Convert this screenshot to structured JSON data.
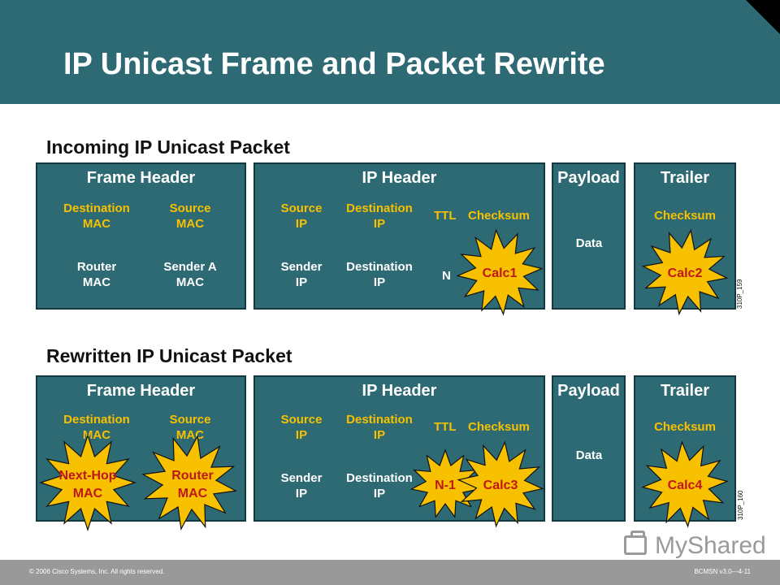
{
  "title": "IP Unicast Frame and Packet Rewrite",
  "incoming": {
    "label": "Incoming IP Unicast Packet",
    "frame_header": {
      "title": "Frame Header",
      "dest_mac": "Destination\nMAC",
      "src_mac": "Source\nMAC",
      "router_mac": "Router\nMAC",
      "sender_a_mac": "Sender A\nMAC"
    },
    "ip_header": {
      "title": "IP Header",
      "source_ip": "Source\nIP",
      "dest_ip": "Destination\nIP",
      "ttl": "TTL",
      "checksum": "Checksum",
      "sender_ip": "Sender\nIP",
      "dest_ip_value": "Destination\nIP",
      "ttl_value": "N"
    },
    "payload": {
      "title": "Payload",
      "data": "Data"
    },
    "trailer": {
      "title": "Trailer",
      "checksum": "Checksum"
    },
    "stamp": "310P_159",
    "stars": {
      "calc1": "Calc1",
      "calc2": "Calc2"
    }
  },
  "rewritten": {
    "label": "Rewritten IP Unicast Packet",
    "frame_header": {
      "title": "Frame Header",
      "dest_mac": "Destination\nMAC",
      "src_mac": "Source\nMAC"
    },
    "ip_header": {
      "title": "IP Header",
      "source_ip": "Source\nIP",
      "dest_ip": "Destination\nIP",
      "ttl": "TTL",
      "checksum": "Checksum",
      "sender_ip": "Sender\nIP",
      "dest_ip_value": "Destination\nIP"
    },
    "payload": {
      "title": "Payload",
      "data": "Data"
    },
    "trailer": {
      "title": "Trailer",
      "checksum": "Checksum"
    },
    "stamp": "310P_160",
    "stars": {
      "next_hop_mac": [
        "Next-Hop",
        "MAC"
      ],
      "router_mac": [
        "Router",
        "MAC"
      ],
      "n_minus_1": "N-1",
      "calc3": "Calc3",
      "calc4": "Calc4"
    }
  },
  "footer": {
    "copyright": "© 2006 Cisco Systems, Inc. All rights reserved.",
    "course": "BCMSN v3.0—4-11"
  },
  "watermark": "MyShared",
  "colors": {
    "box": "#2e6a74",
    "field_label": "#f7c100",
    "star_fill": "#f7c100",
    "star_text": "#c0171b",
    "footer": "#999999"
  }
}
